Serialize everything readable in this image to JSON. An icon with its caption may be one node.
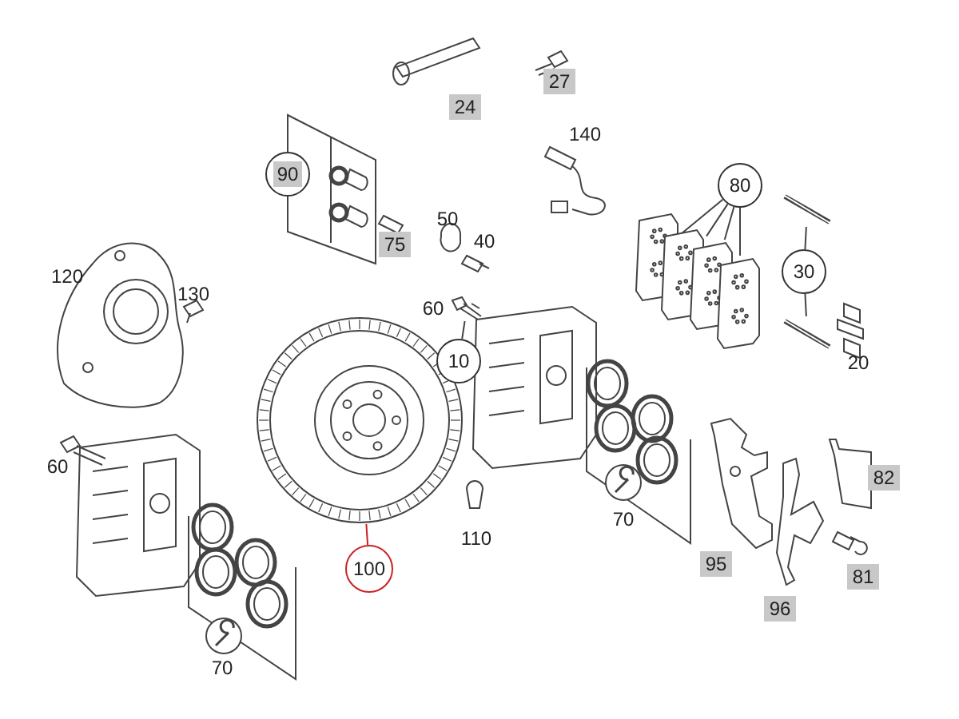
{
  "diagram": {
    "nodes": [
      {
        "text": [
          "90"
        ]
      },
      {
        "text": [
          "80"
        ]
      },
      {
        "text": [],
        "shape": "picture"
      },
      {
        "text": [],
        "shape": "picture"
      },
      {
        "text": [],
        "shape": "picture"
      },
      {
        "text": [],
        "shape": "picture"
      },
      {
        "text": [
          "30"
        ]
      },
      {
        "text": [],
        "shape": "picture"
      },
      {
        "text": [],
        "shape": "picture"
      },
      {
        "text": [
          "10"
        ]
      },
      {
        "text": [],
        "shape": "picture"
      },
      {
        "text": [
          "100"
        ]
      },
      {
        "text": [],
        "shape": "picture"
      }
    ],
    "edges": [
      {
        "from": 1,
        "to": 2,
        "arrow": "none"
      },
      {
        "from": 1,
        "to": 3,
        "arrow": "none"
      },
      {
        "from": 1,
        "to": 4,
        "arrow": "none"
      },
      {
        "from": 1,
        "to": 5,
        "arrow": "none"
      },
      {
        "from": 6,
        "to": 7,
        "arrow": "none"
      },
      {
        "from": 6,
        "to": 8,
        "arrow": "none"
      },
      {
        "from": 9,
        "to": 10,
        "arrow": "none"
      },
      {
        "from": 11,
        "to": 12,
        "arrow": "none",
        "color": "#cc2222"
      }
    ],
    "labels": [
      "27",
      "24",
      "140",
      "75",
      "50",
      "40",
      "120",
      "130",
      "60",
      "20",
      "60",
      "82",
      "110",
      "70",
      "95",
      "81",
      "96",
      "70"
    ]
  }
}
